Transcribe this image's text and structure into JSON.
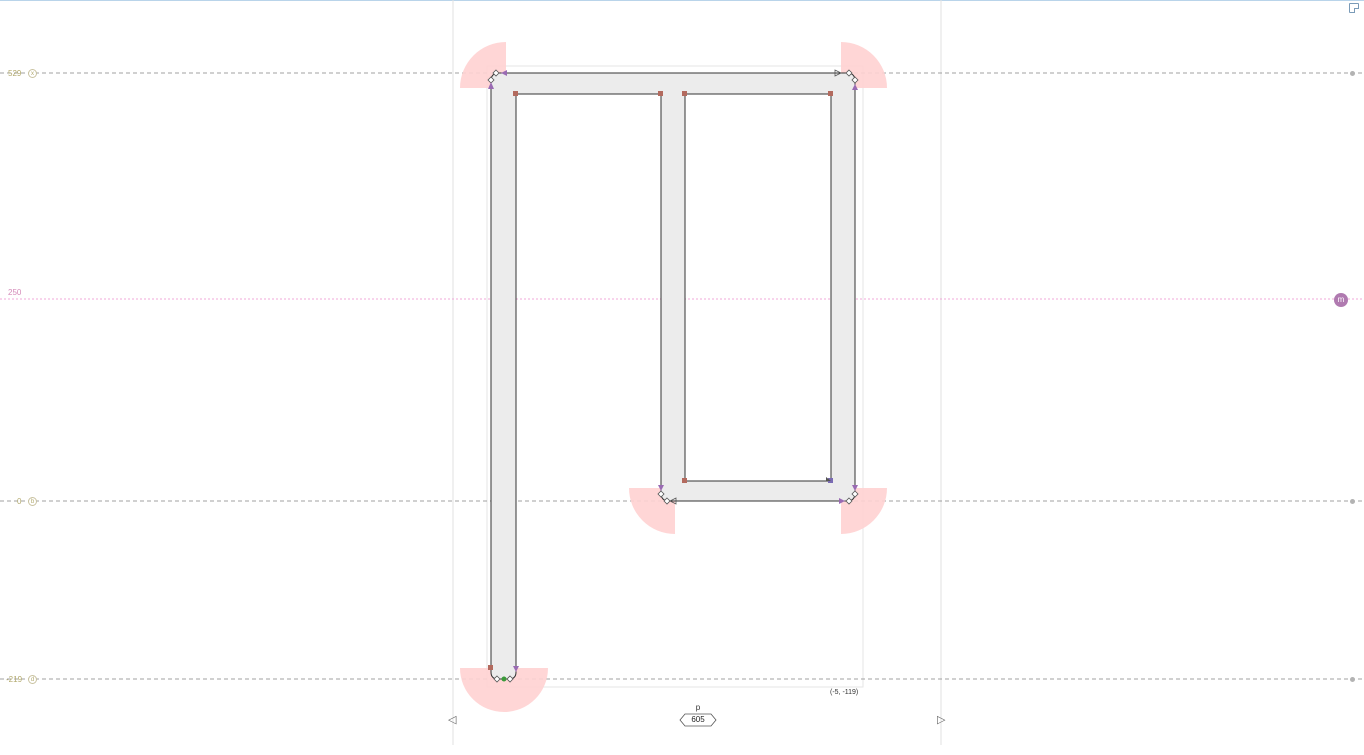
{
  "metrics": {
    "xheight": {
      "value": "529",
      "badge": "x"
    },
    "middle": {
      "value": "250",
      "badge": "m"
    },
    "baseline": {
      "value": "0",
      "badge": "b"
    },
    "descender": {
      "value": "-219",
      "badge": "d"
    }
  },
  "glyph": {
    "name": "p",
    "width": "605",
    "cursor_coord": "(-5, -119)"
  },
  "colors": {
    "outline_fill": "#ececec",
    "outline_stroke": "#333333",
    "metric_line": "#a0a0a0",
    "middle_line": "#f0a8d8",
    "smooth_zone": "#ffd1d1",
    "corner_point": "#b36a5e",
    "handle": "#9a6bb3"
  },
  "icons": {
    "window_corner": "resize-corner-icon",
    "prev": "left-triangle-icon",
    "next": "right-triangle-icon"
  }
}
